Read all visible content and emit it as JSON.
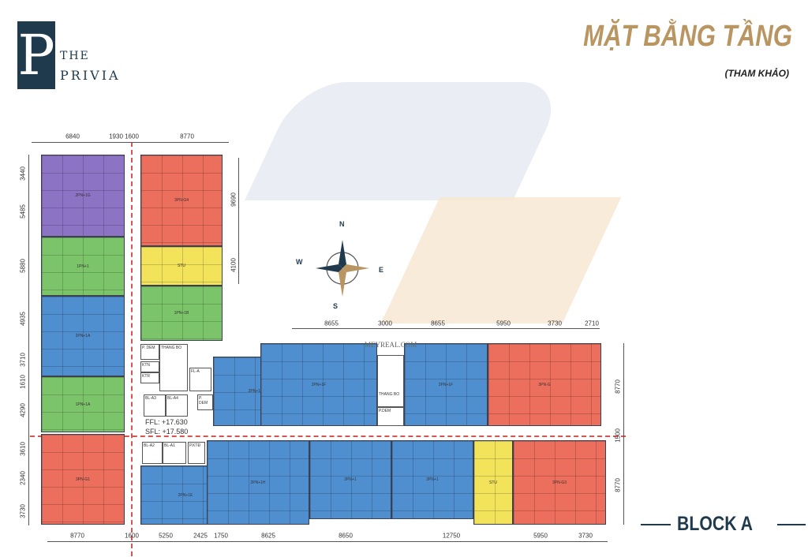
{
  "logo": {
    "mark": "P",
    "line1": "THE",
    "line2": "PRIVIA",
    "bg_color": "#1f3a4d"
  },
  "header": {
    "title": "MẶT BẰNG TẦNG",
    "subtitle": "(THAM KHẢO)",
    "title_color": "#b99561"
  },
  "watermark": "MEYREAL.COM",
  "block_label": "BLOCK A",
  "compass": {
    "n": "N",
    "s": "S",
    "e": "E",
    "w": "W"
  },
  "levels": {
    "ffl": "FFL: +17.630",
    "sfl": "SFL: +17.580"
  },
  "units": [
    {
      "label": "2PN+1G",
      "type": "purple"
    },
    {
      "label": "1PN+1",
      "type": "green"
    },
    {
      "label": "2PN+1A",
      "type": "blue"
    },
    {
      "label": "1PN+1A",
      "type": "green"
    },
    {
      "label": "3PN-G1",
      "type": "red"
    },
    {
      "label": "3PN-G4",
      "type": "red"
    },
    {
      "label": "STU",
      "type": "yellow"
    },
    {
      "label": "1PN+1B",
      "type": "green"
    },
    {
      "label": "2PN+1A",
      "type": "blue"
    },
    {
      "label": "2PN+1F",
      "type": "blue"
    },
    {
      "label": "2PN+1F",
      "type": "blue"
    },
    {
      "label": "3PN-G",
      "type": "red"
    },
    {
      "label": "2PN+1E",
      "type": "blue"
    },
    {
      "label": "2PN+1H",
      "type": "blue"
    },
    {
      "label": "2PN+1",
      "type": "blue"
    },
    {
      "label": "2PN+1",
      "type": "blue"
    },
    {
      "label": "STU",
      "type": "yellow"
    },
    {
      "label": "3PN-G3",
      "type": "red"
    }
  ],
  "core_labels": {
    "p_dem": "P. DEM",
    "thang_bo": "THANG BO",
    "ktn": "KTN",
    "ktr": "KTR",
    "fl_a": "FL-A",
    "bl_a3": "BL-A3",
    "bl_a4": "BL-A4",
    "bl_a2": "BL-A2",
    "bl_a1": "BL-A1",
    "p_ktd": "P.KTĐ",
    "p_dem2": "P. DEM",
    "thang_bo2": "THANG BO",
    "p_dem3": "P.DEM"
  },
  "dims": {
    "top": [
      "6840",
      "1930",
      "1600",
      "8770"
    ],
    "left": [
      "3440",
      "5485",
      "5880",
      "4935",
      "3710",
      "1610",
      "4290",
      "3610",
      "2340",
      "3730"
    ],
    "tower_right": [
      "9690",
      "4100"
    ],
    "mid_top": [
      "8655",
      "3000",
      "8655",
      "5950",
      "3730",
      "2710"
    ],
    "right": [
      "8770",
      "1500",
      "8770"
    ],
    "bottom": [
      "8770",
      "1600",
      "5250",
      "2425",
      "1750",
      "8625",
      "8650",
      "12750",
      "5950",
      "3730"
    ]
  }
}
